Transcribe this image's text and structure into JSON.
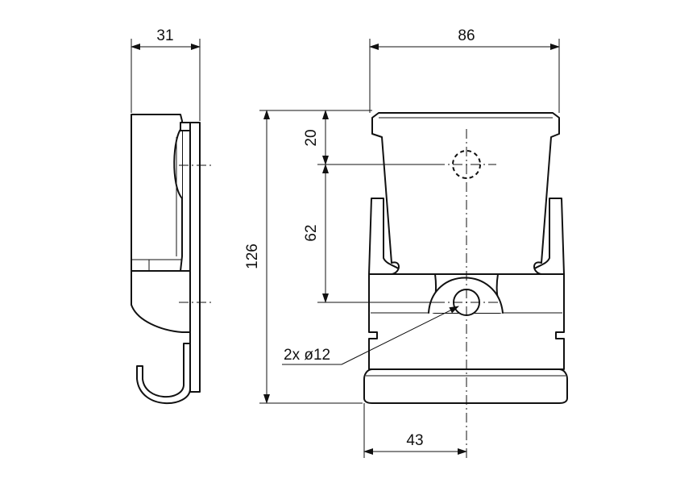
{
  "dimensions": {
    "side_width": "31",
    "total_width": "86",
    "total_height": "126",
    "top_to_hole": "20",
    "hole_spacing": "62",
    "hole_callout": "2x ø12",
    "bottom_offset": "43"
  },
  "colors": {
    "line": "#111111",
    "background": "#ffffff"
  }
}
